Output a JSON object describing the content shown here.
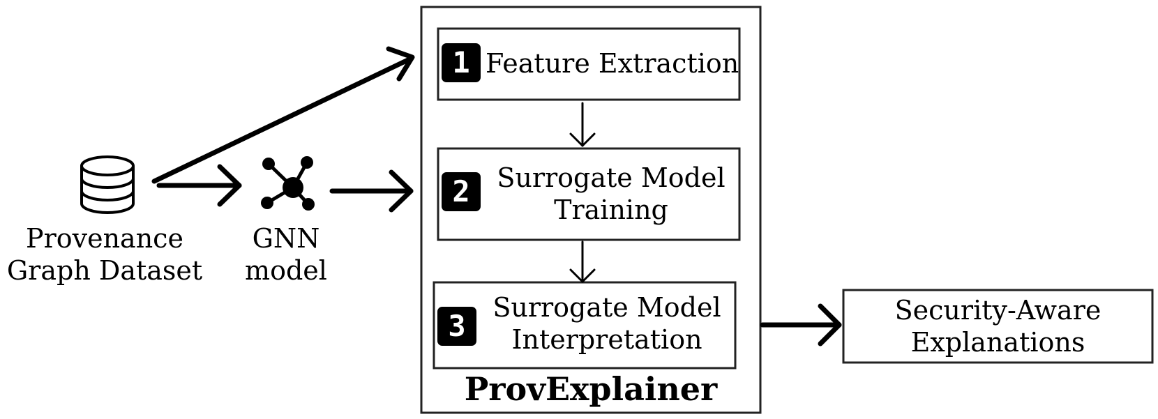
{
  "dataset": {
    "icon": "database-icon",
    "label_line1": "Provenance",
    "label_line2": "Graph Dataset"
  },
  "gnn": {
    "icon": "graph-network-icon",
    "label_line1": "GNN",
    "label_line2": "model"
  },
  "framework": {
    "title": "ProvExplainer",
    "steps": [
      {
        "number": "1",
        "line1": "Feature Extraction",
        "line2": ""
      },
      {
        "number": "2",
        "line1": "Surrogate Model",
        "line2": "Training"
      },
      {
        "number": "3",
        "line1": "Surrogate Model",
        "line2": "Interpretation"
      }
    ]
  },
  "output": {
    "line1": "Security-Aware",
    "line2": "Explanations"
  }
}
